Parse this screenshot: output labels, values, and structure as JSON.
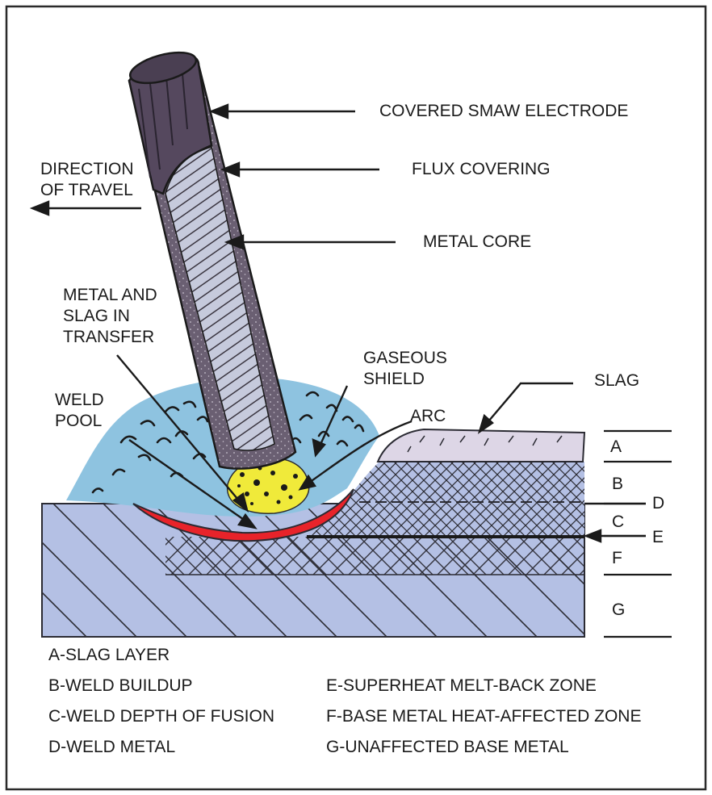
{
  "labels": {
    "covered_smaw_electrode": "COVERED SMAW ELECTRODE",
    "flux_covering": "FLUX COVERING",
    "metal_core": "METAL CORE",
    "direction_line1": "DIRECTION",
    "direction_line2": "OF TRAVEL",
    "transfer_line1": "METAL AND",
    "transfer_line2": "SLAG  IN",
    "transfer_line3": "TRANSFER",
    "gaseous_line1": "GASEOUS",
    "gaseous_line2": "SHIELD",
    "weld_line1": "WELD",
    "weld_line2": "POOL",
    "arc": "ARC",
    "slag": "SLAG"
  },
  "zones": [
    "A",
    "B",
    "C",
    "D",
    "E",
    "F",
    "G"
  ],
  "legend": {
    "a": "A-SLAG LAYER",
    "b": "B-WELD BUILDUP",
    "c": "C-WELD DEPTH OF FUSION",
    "d": "D-WELD METAL",
    "e": "E-SUPERHEAT MELT-BACK ZONE",
    "f": "F-BASE METAL HEAT-AFFECTED ZONE",
    "g": "G-UNAFFECTED BASE METAL"
  },
  "colors": {
    "base_metal": "#b4c0e4",
    "gas_shield": "#8ec3e0",
    "weld_pool": "#e8232a",
    "arc": "#f0ea3a",
    "slag": "#ddd6e6",
    "electrode": "#55485e",
    "flux": "#6a5f72",
    "core": "#c0c4d8",
    "frame": "#2a2a2a"
  }
}
